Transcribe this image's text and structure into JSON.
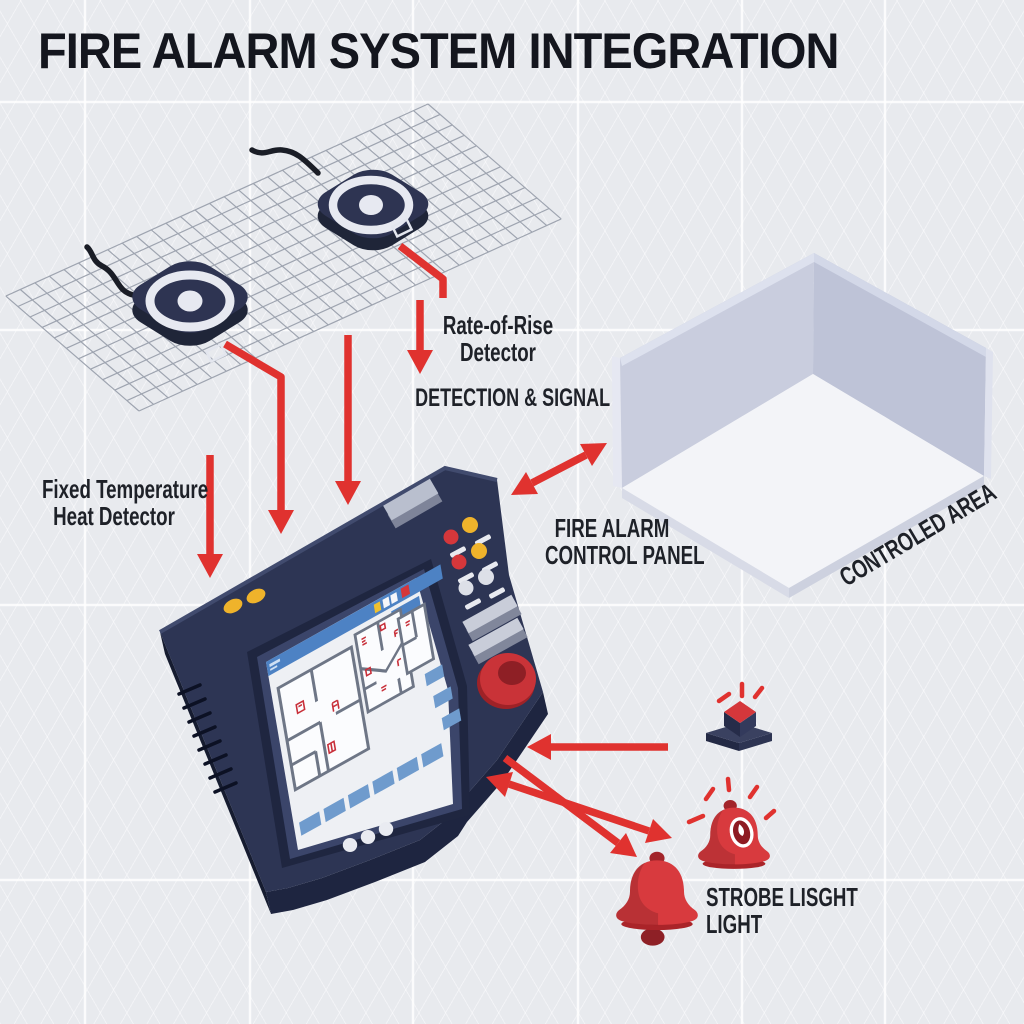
{
  "title": "FIRE ALARM SYSTEM INTEGRATION",
  "labels": {
    "rate_of_rise": {
      "line1": "Rate-of-Rise",
      "line2": "Detector"
    },
    "detection_signal": "DETECTION & SIGNAL",
    "fixed_temperature": {
      "line1": "Fixed Temperature",
      "line2": "Heat Detector"
    },
    "control_panel": {
      "line1": "FIRE ALARM",
      "line2": "CONTROL PANEL"
    },
    "controlled_area": "CONTROLED AREA",
    "strobe_light": {
      "line1": "STROBE LISGHT",
      "line2": "LIGHT"
    }
  },
  "components": {
    "icons": [
      "heat-detector-icon",
      "rate-of-rise-detector-icon",
      "control-panel-icon",
      "controlled-area-icon",
      "strobe-button-icon",
      "alarm-bell-icon"
    ],
    "colors": {
      "background": "#e8eaee",
      "arrow_red": "#e0322f",
      "panel_navy": "#2d3554",
      "detector_navy": "#2e3452",
      "bell_red": "#d83a3e",
      "screen_blue": "#4d82c4",
      "indicator_yellow": "#efb32b",
      "indicator_red": "#d5373b",
      "wall_gray": "#c9cdde",
      "floor_white": "#f3f4f8",
      "text_dark": "#1e2128"
    }
  }
}
